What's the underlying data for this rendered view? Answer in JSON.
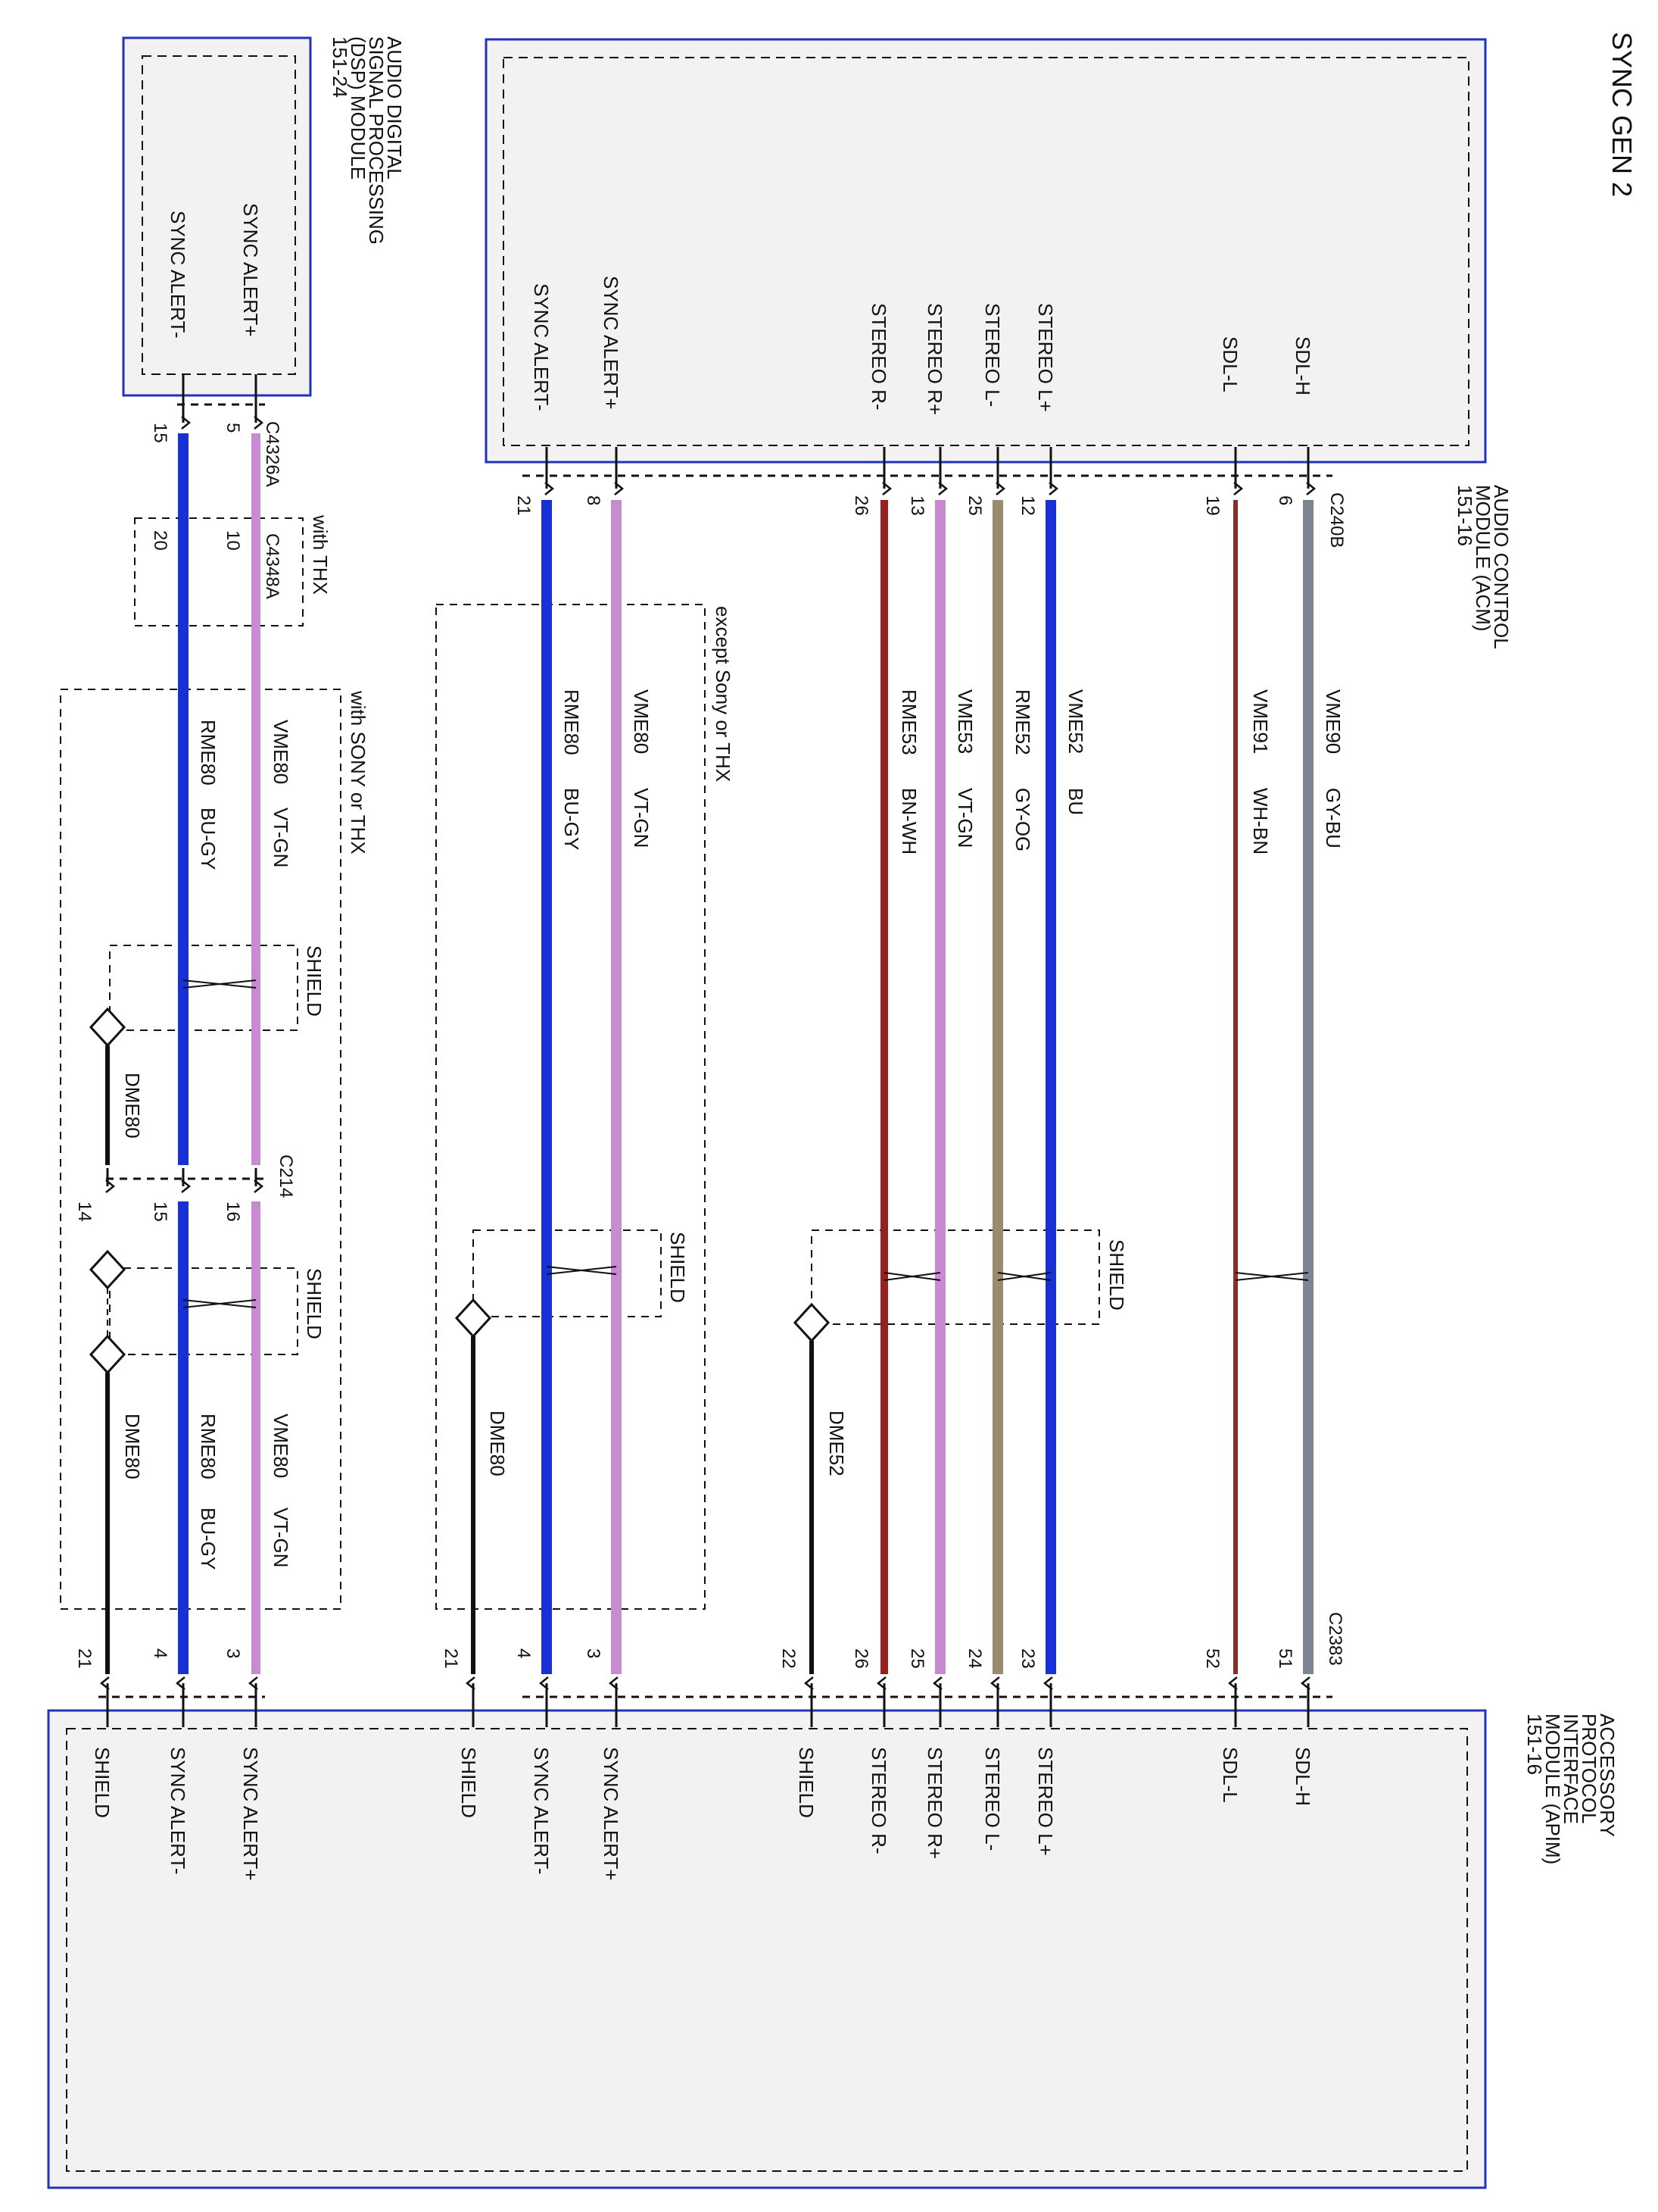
{
  "title": "SYNC GEN 2",
  "modules": {
    "acm": {
      "lines": [
        "AUDIO CONTROL",
        "MODULE (ACM)",
        "151-16"
      ],
      "connector": "C240B"
    },
    "dsp": {
      "lines": [
        "AUDIO DIGITAL",
        "SIGNAL PROCESSING",
        "(DSP) MODULE",
        "151-24"
      ],
      "connector": "C4326A"
    },
    "apim": {
      "lines": [
        "ACCESSORY",
        "PROTOCOL",
        "INTERFACE",
        "MODULE (APIM)",
        "151-16"
      ],
      "connector": "C2383"
    }
  },
  "inline_connectors": {
    "thx": "C4348A",
    "c214": "C214"
  },
  "regions": {
    "with_thx": "with THX",
    "with_sony_or_thx": "with SONY or THX",
    "except_sony_or_thx": "except Sony or THX"
  },
  "shield_label": "SHIELD",
  "acm_circuits": [
    {
      "signal": "SDL-H",
      "pin_top": "6",
      "circuit": "VME90",
      "color_code": "GY-BU",
      "pin_bottom": "51",
      "apim_signal": "SDL-H",
      "color": "#7f8491"
    },
    {
      "signal": "SDL-L",
      "pin_top": "19",
      "circuit": "VME91",
      "color_code": "WH-BN",
      "pin_bottom": "52",
      "apim_signal": "SDL-L",
      "color": "#8c2e24"
    },
    {
      "signal": "STEREO L+",
      "pin_top": "12",
      "circuit": "VME52",
      "color_code": "BU",
      "pin_bottom": "23",
      "apim_signal": "STEREO L+",
      "color": "#1830d8"
    },
    {
      "signal": "STEREO L-",
      "pin_top": "25",
      "circuit": "RME52",
      "color_code": "GY-OG",
      "pin_bottom": "24",
      "apim_signal": "STEREO L-",
      "color": "#9a8a6e"
    },
    {
      "signal": "STEREO R+",
      "pin_top": "13",
      "circuit": "VME53",
      "color_code": "VT-GN",
      "pin_bottom": "25",
      "apim_signal": "STEREO R+",
      "color": "#c88ad0"
    },
    {
      "signal": "STEREO R-",
      "pin_top": "26",
      "circuit": "RME53",
      "color_code": "BN-WH",
      "pin_bottom": "26",
      "apim_signal": "STEREO R-",
      "color": "#9a2020"
    },
    {
      "signal": "SYNC ALERT+",
      "pin_top": "8",
      "circuit": "VME80",
      "color_code": "VT-GN",
      "pin_bottom": "3",
      "apim_signal": "SYNC ALERT+",
      "color": "#c88ad0"
    },
    {
      "signal": "SYNC ALERT-",
      "pin_top": "21",
      "circuit": "RME80",
      "color_code": "BU-GY",
      "pin_bottom": "4",
      "apim_signal": "SYNC ALERT-",
      "color": "#1830d8"
    }
  ],
  "acm_drains": [
    {
      "circuit": "DME52",
      "pin_bottom": "22",
      "apim_signal": "SHIELD"
    },
    {
      "circuit": "DME80",
      "pin_bottom": "21",
      "apim_signal": "SHIELD"
    }
  ],
  "dsp_circuits": [
    {
      "signal": "SYNC ALERT+",
      "pin_top": "5",
      "pin_thx": "10",
      "circuit": "VME80",
      "color_code": "VT-GN",
      "pin_c214": "16",
      "pin_bottom": "3",
      "apim_signal": "SYNC ALERT+",
      "color": "#c88ad0"
    },
    {
      "signal": "SYNC ALERT-",
      "pin_top": "15",
      "pin_thx": "20",
      "circuit": "RME80",
      "color_code": "BU-GY",
      "pin_c214": "15",
      "pin_bottom": "4",
      "apim_signal": "SYNC ALERT-",
      "color": "#1830d8"
    }
  ],
  "dsp_drain": {
    "circuit": "DME80",
    "pin_c214": "14",
    "pin_bottom": "21",
    "apim_signal": "SHIELD"
  }
}
